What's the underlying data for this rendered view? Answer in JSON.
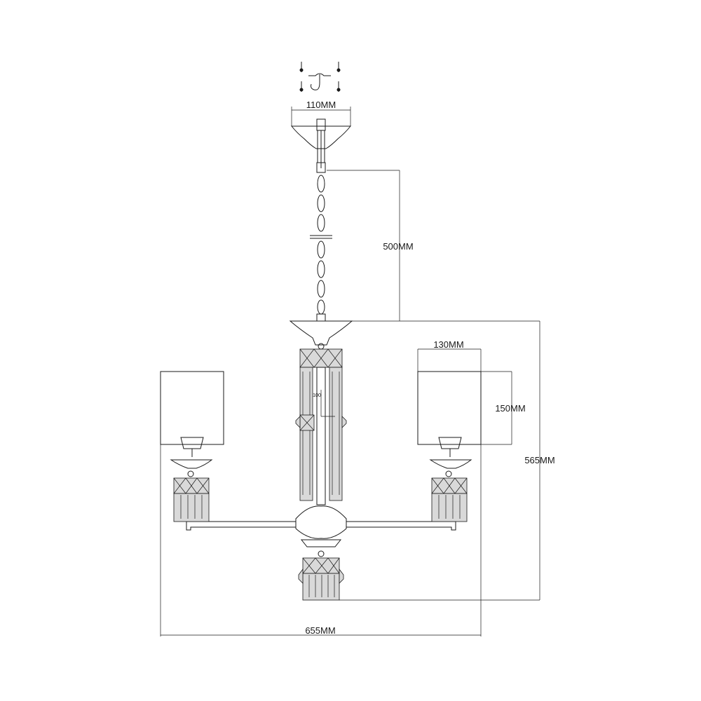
{
  "dimensions": {
    "canopy_width": "110MM",
    "chain_length": "500MM",
    "shade_width": "130MM",
    "shade_height": "150MM",
    "overall_height": "565MM",
    "overall_width": "655MM",
    "stem_detail": "100"
  },
  "colors": {
    "line": "#1a1a1a",
    "background": "#ffffff",
    "crystal_fill": "#d9d9d9"
  }
}
